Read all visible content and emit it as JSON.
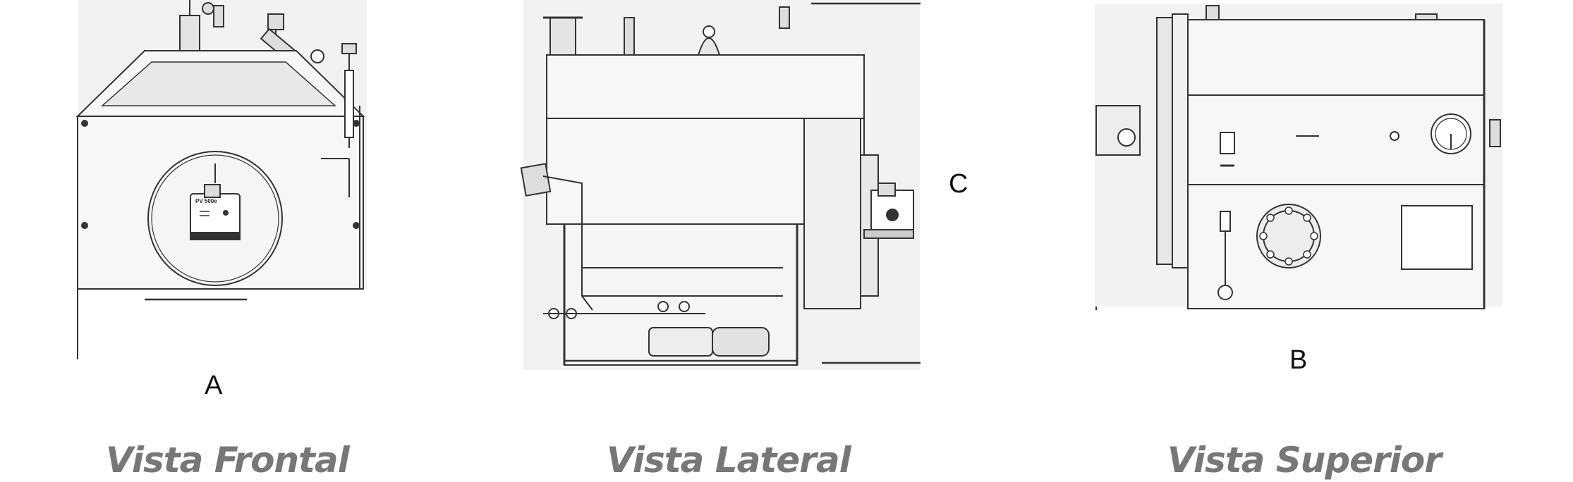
{
  "views": {
    "front": {
      "label": "A",
      "caption": "Vista Frontal",
      "burner_text": "PV 500e"
    },
    "side": {
      "label": "C",
      "caption": "Vista Lateral"
    },
    "top": {
      "label": "B",
      "caption": "Vista Superior"
    }
  },
  "colors": {
    "line": "#333333",
    "fill": "#f4f4f4",
    "panel": "#ebebeb",
    "caption": "#777777"
  }
}
